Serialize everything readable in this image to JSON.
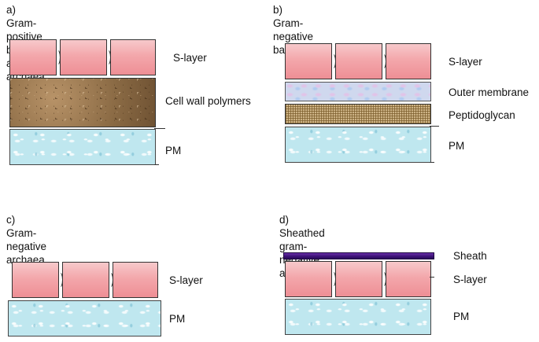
{
  "panels": {
    "a": {
      "title": "a) Gram-positive bacteria\n     and archaea",
      "labels": {
        "s_layer": "S-layer",
        "cell_wall": "Cell wall polymers",
        "pm": "PM"
      }
    },
    "b": {
      "title": "b) Gram-negative bacteria",
      "labels": {
        "s_layer": "S-layer",
        "outer_membrane": "Outer membrane",
        "peptidoglycan": "Peptidoglycan",
        "pm": "PM"
      }
    },
    "c": {
      "title": "c) Gram-negative archaea",
      "labels": {
        "s_layer": "S-layer",
        "pm": "PM"
      }
    },
    "d": {
      "title": "d) Sheathed gram-negative\n     archaea",
      "labels": {
        "sheath": "Sheath",
        "s_layer": "S-layer",
        "pm": "PM"
      }
    }
  },
  "colors": {
    "s_layer": "#f3a7ab",
    "pm": "#bfe7ef",
    "cell_wall": "#9c7a52",
    "outer_membrane": "#cfd8ee",
    "peptidoglycan": "#cdb386",
    "sheath": "#3e137a"
  }
}
